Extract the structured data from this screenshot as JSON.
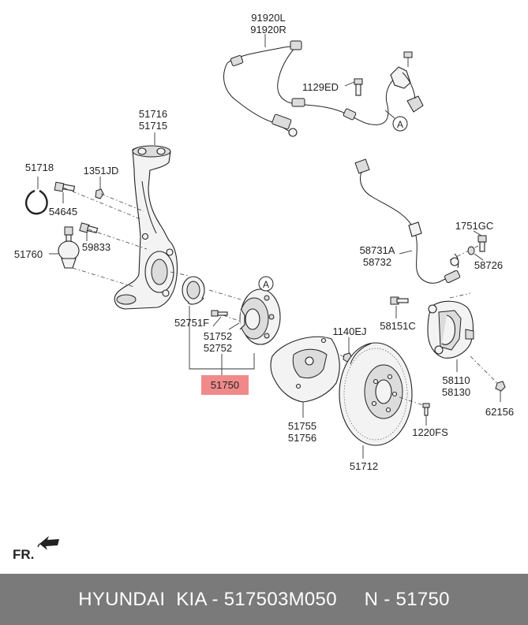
{
  "labels": {
    "wire_l": "91920L",
    "wire_r": "91920R",
    "bolt_1129ed": "1129ED",
    "knuckle_a": "51716",
    "knuckle_b": "51715",
    "snap_ring": "51718",
    "nut_1351jd": "1351JD",
    "bolt_54645": "54645",
    "bolt_59833": "59833",
    "ball_joint": "51760",
    "bolt_52751f": "52751F",
    "hub_a": "51752",
    "hub_b": "52752",
    "assembly": "51750",
    "screw_1140ej": "1140EJ",
    "shield_a": "51755",
    "shield_b": "51756",
    "disc": "51712",
    "screw_1220fs": "1220FS",
    "hose_a": "58731A",
    "hose_b": "58732",
    "bolt_1751gc": "1751GC",
    "bleeder": "58726",
    "bolt_58151c": "58151C",
    "caliper_a": "58110",
    "caliper_b": "58130",
    "bolt_62156": "62156",
    "callout_a": "A",
    "callout_a2": "A",
    "front_marker": "FR."
  },
  "colors": {
    "highlight_box": "#f08a8a",
    "footer_bg": "#7a7a7a",
    "footer_text": "#ffffff"
  },
  "footer": {
    "text": "HYUNDAI  KIA - 517503M050     N - 51750"
  }
}
